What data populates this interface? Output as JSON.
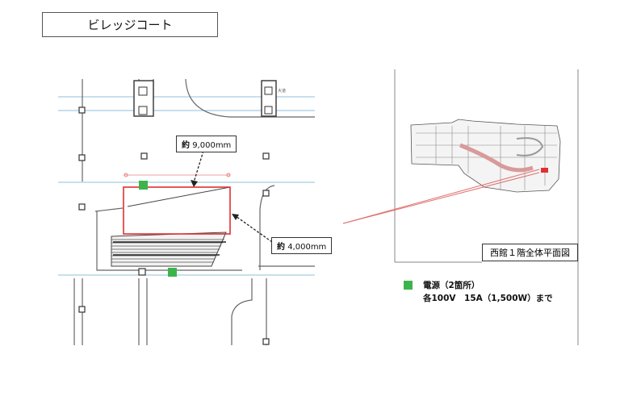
{
  "title": "ビレッジコート",
  "plan": {
    "width_label_prefix": "約",
    "width_label_value": "9,000mm",
    "depth_label_prefix": "約",
    "depth_label_value": "4,000mm",
    "corner_text": "大道"
  },
  "inset": {
    "label": "西館１階全体平面図"
  },
  "legend": {
    "title": "電源（2箇所）",
    "detail": "各100V　15A（1,500W）まで",
    "color": "#3cb44b"
  },
  "colors": {
    "area_outline": "#e03030",
    "power_marker": "#3cb44b",
    "guide_line": "#6aa7cf"
  }
}
